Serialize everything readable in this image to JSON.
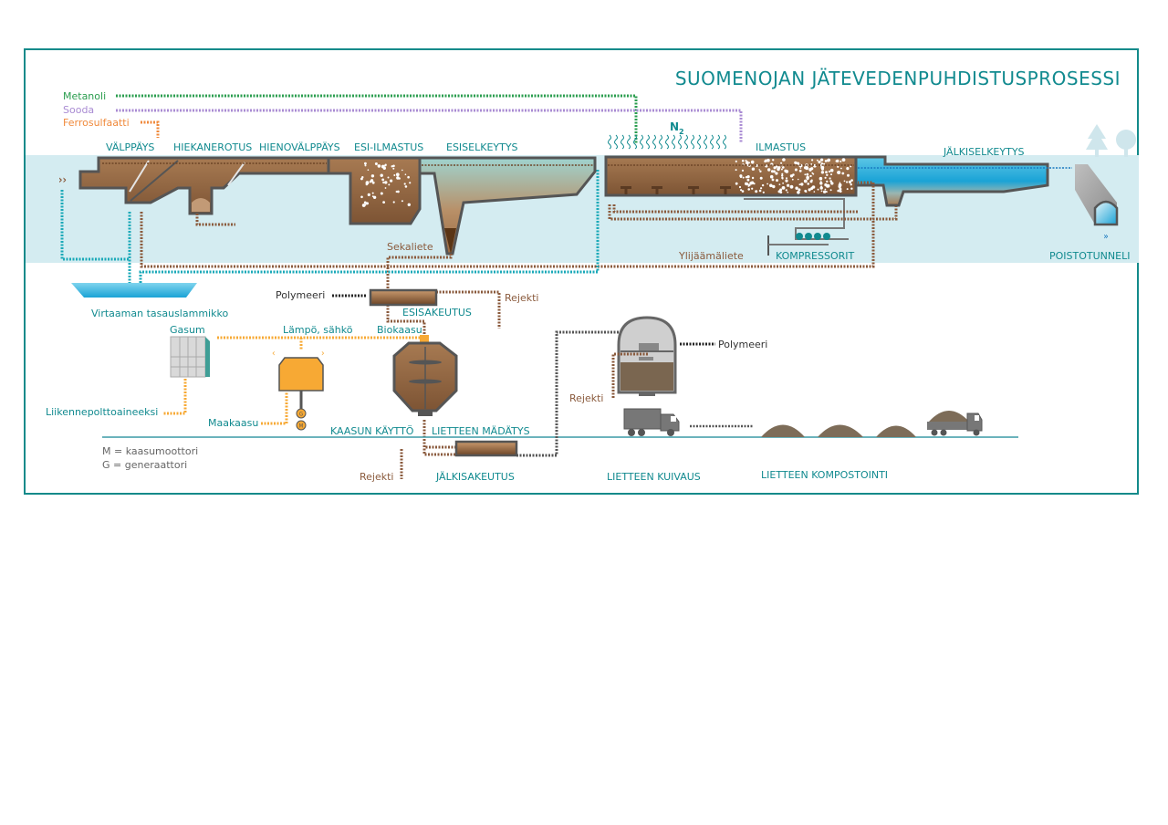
{
  "title": "SUOMENOJAN JÄTEVEDENPUHDISTUSPROSESSI",
  "chemicals": [
    {
      "label": "Metanoli",
      "color": "#2a9d4e"
    },
    {
      "label": "Sooda",
      "color": "#a98bd3"
    },
    {
      "label": "Ferrosulfaatti",
      "color": "#f08a3c"
    }
  ],
  "stages_top": {
    "valppays": "VÄLPPÄYS",
    "hiekanerotus": "HIEKANEROTUS",
    "hienovalppays": "HIENOVÄLPPÄYS",
    "esi_ilmastus": "ESI-ILMASTUS",
    "esiselkeytys": "ESISELKEYTYS",
    "n2": "N",
    "n2_sub": "2",
    "ilmastus": "ILMASTUS",
    "jalkiselkeytys": "JÄLKISELKEYTYS",
    "kompressorit": "KOMPRESSORIT",
    "poistotunneli": "POISTOTUNNELI"
  },
  "flows": {
    "sekaliete": "Sekaliete",
    "ylijaamaliete": "Ylijäämäliete",
    "virtaaman": "Virtaaman tasauslammikko",
    "polymeeri_1": "Polymeeri",
    "rejekti_1": "Rejekti",
    "esisakeutus": "ESISAKEUTUS",
    "gasum": "Gasum",
    "lampo_sahko": "Lämpö, sähkö",
    "biokaasu": "Biokaasu",
    "liikennepolttoaineeksi": "Liikennepolttoaineeksi",
    "maakaasu": "Maakaasu",
    "kaasun_kaytto": "KAASUN KÄYTTÖ",
    "lietteen_madatys": "LIETTEEN MÄDÄTYS",
    "rejekti_2": "Rejekti",
    "jalkisakeutus": "JÄLKISAKEUTUS",
    "polymeeri_2": "Polymeeri",
    "rejekti_3": "Rejekti",
    "lietteen_kuivaus": "LIETTEEN KUIVAUS",
    "lietteen_kompostointi": "LIETTEEN KOMPOSTOINTI",
    "gen_g": "G",
    "gen_m": "M"
  },
  "legend": [
    "M = kaasumoottori",
    "G = generaattori"
  ],
  "colors": {
    "teal": "#118a8f",
    "water": "#d4ecf1",
    "sludge": "#9b6e47",
    "sludge_pipe": "#8a5a3c",
    "clean_pipe": "#1aa9b8",
    "gas": "#f7a934",
    "metanoli": "#2a9d4e",
    "sooda": "#a98bd3",
    "ferro": "#f08a3c"
  }
}
